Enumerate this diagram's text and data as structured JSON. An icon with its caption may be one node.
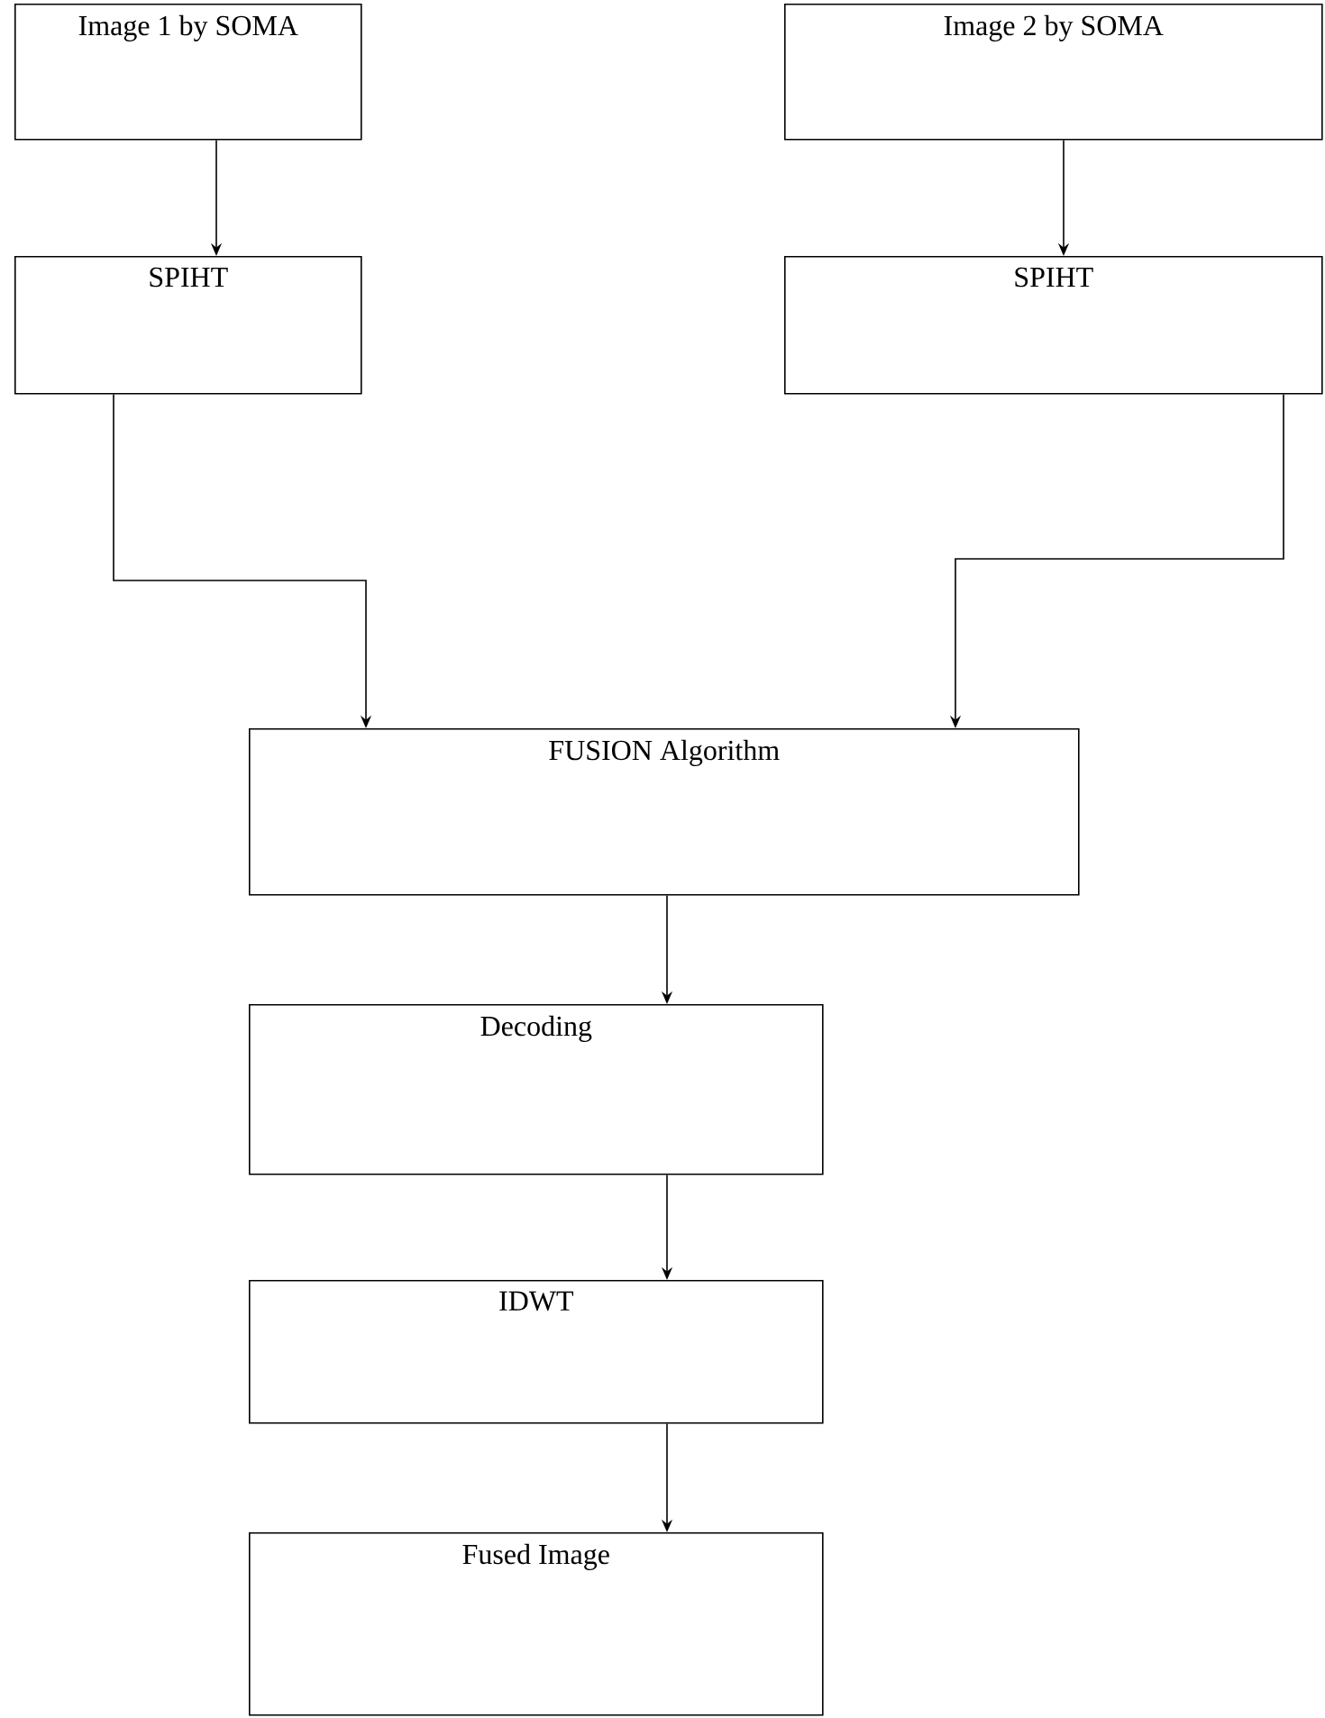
{
  "diagram": {
    "nodes": [
      {
        "text": [
          "Image 1 by SOMA"
        ]
      },
      {
        "text": [
          "Image 2 by SOMA"
        ]
      },
      {
        "text": [
          "SPIHT"
        ]
      },
      {
        "text": [
          "SPIHT"
        ]
      },
      {
        "text": [
          "FUSION Algorithm"
        ]
      },
      {
        "text": [
          "Decoding"
        ]
      },
      {
        "text": [
          "IDWT"
        ]
      },
      {
        "text": [
          "Fused Image"
        ]
      }
    ],
    "edges": [
      {
        "from": 0,
        "to": 2,
        "arrow": "to"
      },
      {
        "from": 1,
        "to": 3,
        "arrow": "to"
      },
      {
        "from": 2,
        "to": 4,
        "arrow": "to"
      },
      {
        "from": 3,
        "to": 4,
        "arrow": "to"
      },
      {
        "from": 4,
        "to": 5,
        "arrow": "to"
      },
      {
        "from": 5,
        "to": 6,
        "arrow": "to"
      },
      {
        "from": 6,
        "to": 7,
        "arrow": "to"
      }
    ]
  }
}
